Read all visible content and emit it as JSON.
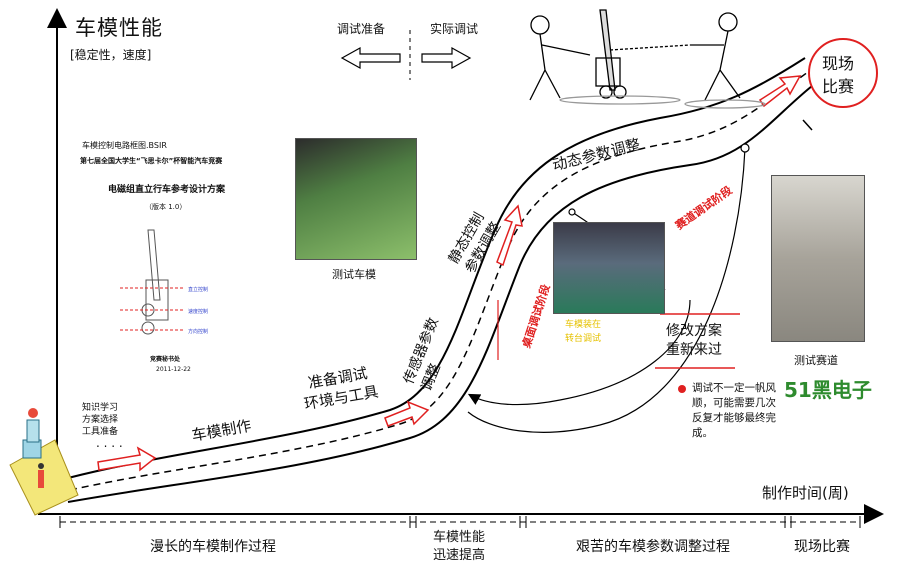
{
  "axes": {
    "y_label": "车模性能",
    "y_sub": "[稳定性，速度]",
    "x_label": "制作时间(周)"
  },
  "phases": [
    "漫长的车模制作过程",
    "车模性能\n迅速提高",
    "艰苦的车模参数调整过程",
    "现场比赛"
  ],
  "document": {
    "line1": "车模控制电路框图.BSIR",
    "line2": "第七届全国大学生“飞思卡尔”杯智能汽车竞赛",
    "line3": "电磁组直立行车参考设计方案",
    "line4": "（版本 1.0）",
    "line5": "竞赛秘书处",
    "line6": "2011-12-22",
    "legend": [
      "直立控制",
      "速度控制",
      "方向控制"
    ]
  },
  "cartoon": {
    "left_label": "调试准备",
    "right_label": "实际调试"
  },
  "path_labels": {
    "prep": "知识学习\n方案选择\n工具准备",
    "car_build": "车模制作",
    "env": "准备调试\n环境与工具",
    "sensor": "传感器参数\n调整",
    "static": "静态控制\n参数调整",
    "dynamic": "动态参数调整",
    "desk_debug": "桌面调试阶段",
    "track_debug": "赛道调试阶段",
    "modify": "修改方案\n重新来过",
    "competition": "现场\n比赛"
  },
  "captions": {
    "test_car": "测试车模",
    "test_track": "测试赛道",
    "bench_photo": "车模装在\n转台调试"
  },
  "note": "调试不一定一帆风顺，可能需要几次反复才能够最终完成。",
  "brand": "51黑电子"
}
